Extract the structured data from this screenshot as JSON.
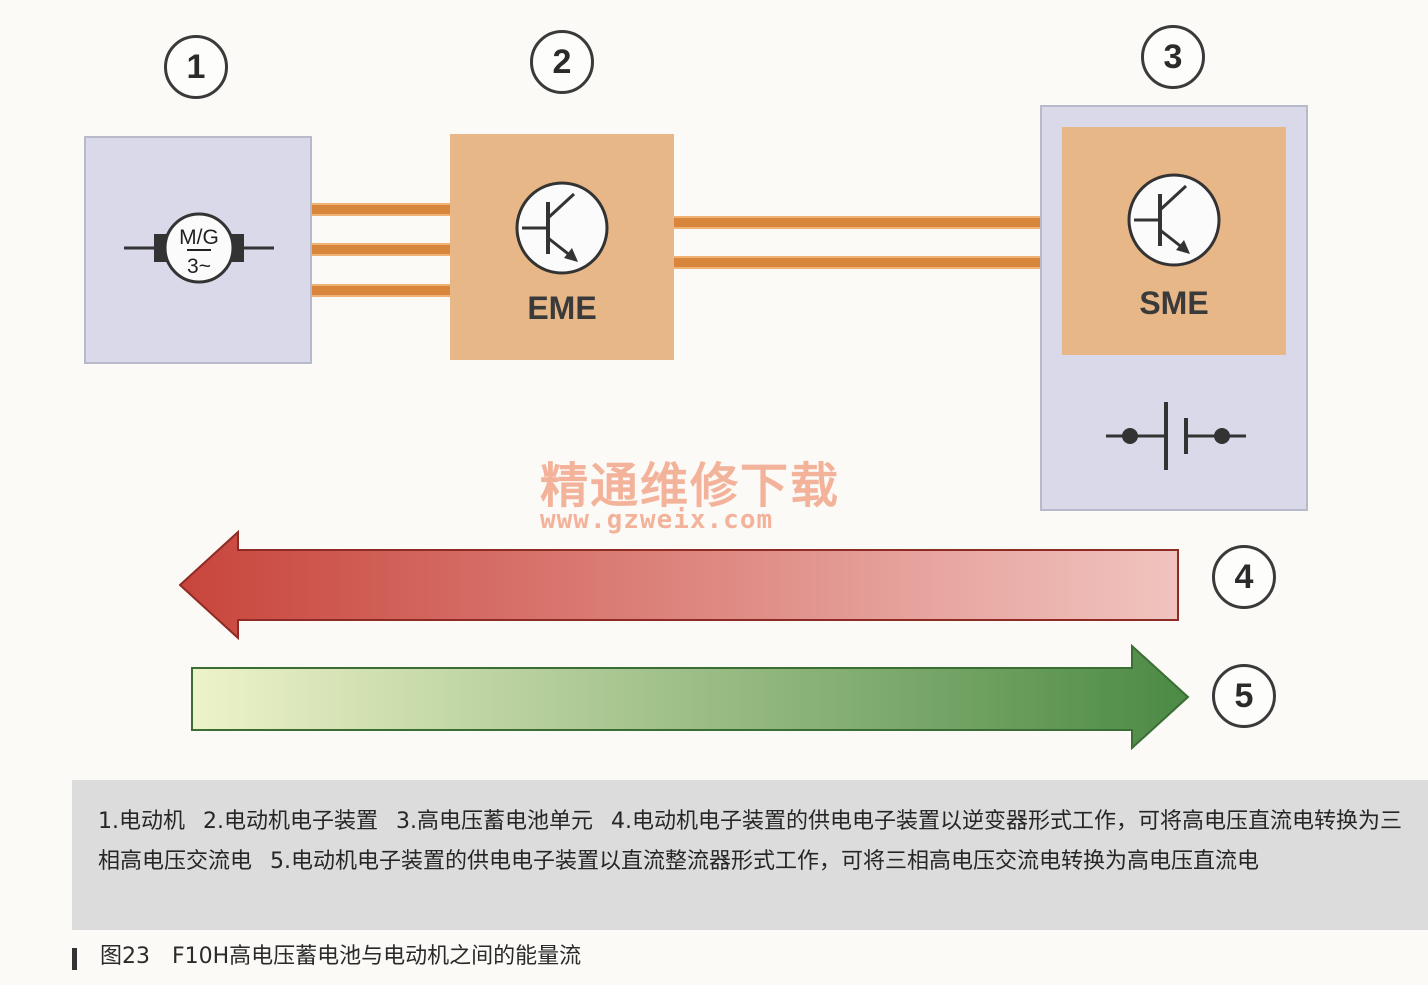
{
  "components": [
    {
      "number": "1",
      "symbol_text": [
        "M/G",
        "3~"
      ]
    },
    {
      "number": "2",
      "label": "EME"
    },
    {
      "number": "3",
      "label": "SME"
    }
  ],
  "flows": [
    {
      "number": "4",
      "direction": "left",
      "color_from": "#f1c4bf",
      "color_to": "#c8453c"
    },
    {
      "number": "5",
      "direction": "right",
      "color_from": "#eef3c9",
      "color_to": "#4c8a45"
    }
  ],
  "watermark": {
    "title": "精通维修下载",
    "url": "www.gzweix.com"
  },
  "caption": {
    "items": [
      "1.电动机",
      "2.电动机电子装置",
      "3.高电压蓄电池单元",
      "4.电动机电子装置的供电电子装置以逆变器形式工作，可将高电压直流电转换为三相高电压交流电",
      "5.电动机电子装置的供电电子装置以直流整流器形式工作，可将三相高电压交流电转换为高电压直流电"
    ]
  },
  "figure_title": "图23　F10H高电压蓄电池与电动机之间的能量流",
  "colors": {
    "module": "#e8b788",
    "housing": "#d9d9e9",
    "lead": "#d9863d",
    "caption_bg": "#dcdcdc"
  }
}
